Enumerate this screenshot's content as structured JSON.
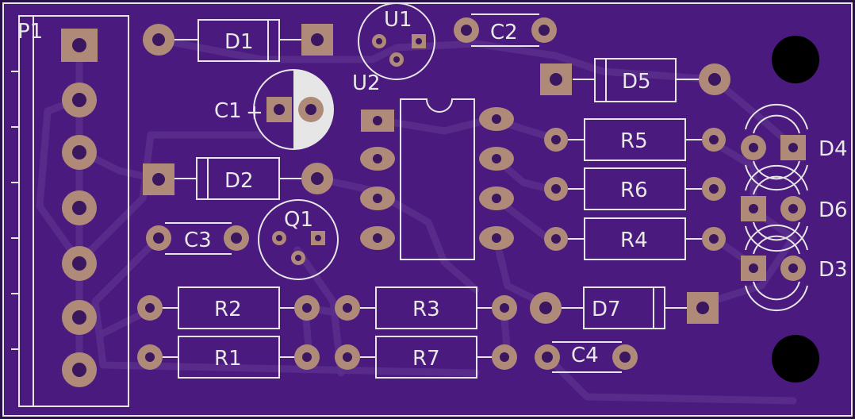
{
  "board": {
    "colors": {
      "substrate": "#4a1a7e",
      "edge": "#e6e6e6",
      "trace": "#5a2d8c",
      "pad": "#b08a78",
      "silkscreen": "#e6e6e6",
      "mounting_hole": "#000000"
    }
  },
  "labels": {
    "p1": "P1",
    "d1": "D1",
    "u1": "U1",
    "c2": "C2",
    "u2": "U2",
    "c1": "C1",
    "d5": "D5",
    "r5": "R5",
    "d4": "D4",
    "d2": "D2",
    "r6": "R6",
    "d6": "D6",
    "q1": "Q1",
    "c3": "C3",
    "r4": "R4",
    "d3": "D3",
    "r2": "R2",
    "r3": "R3",
    "d7": "D7",
    "r1": "R1",
    "r7": "R7",
    "c4": "C4",
    "c1_polarity": "+"
  }
}
